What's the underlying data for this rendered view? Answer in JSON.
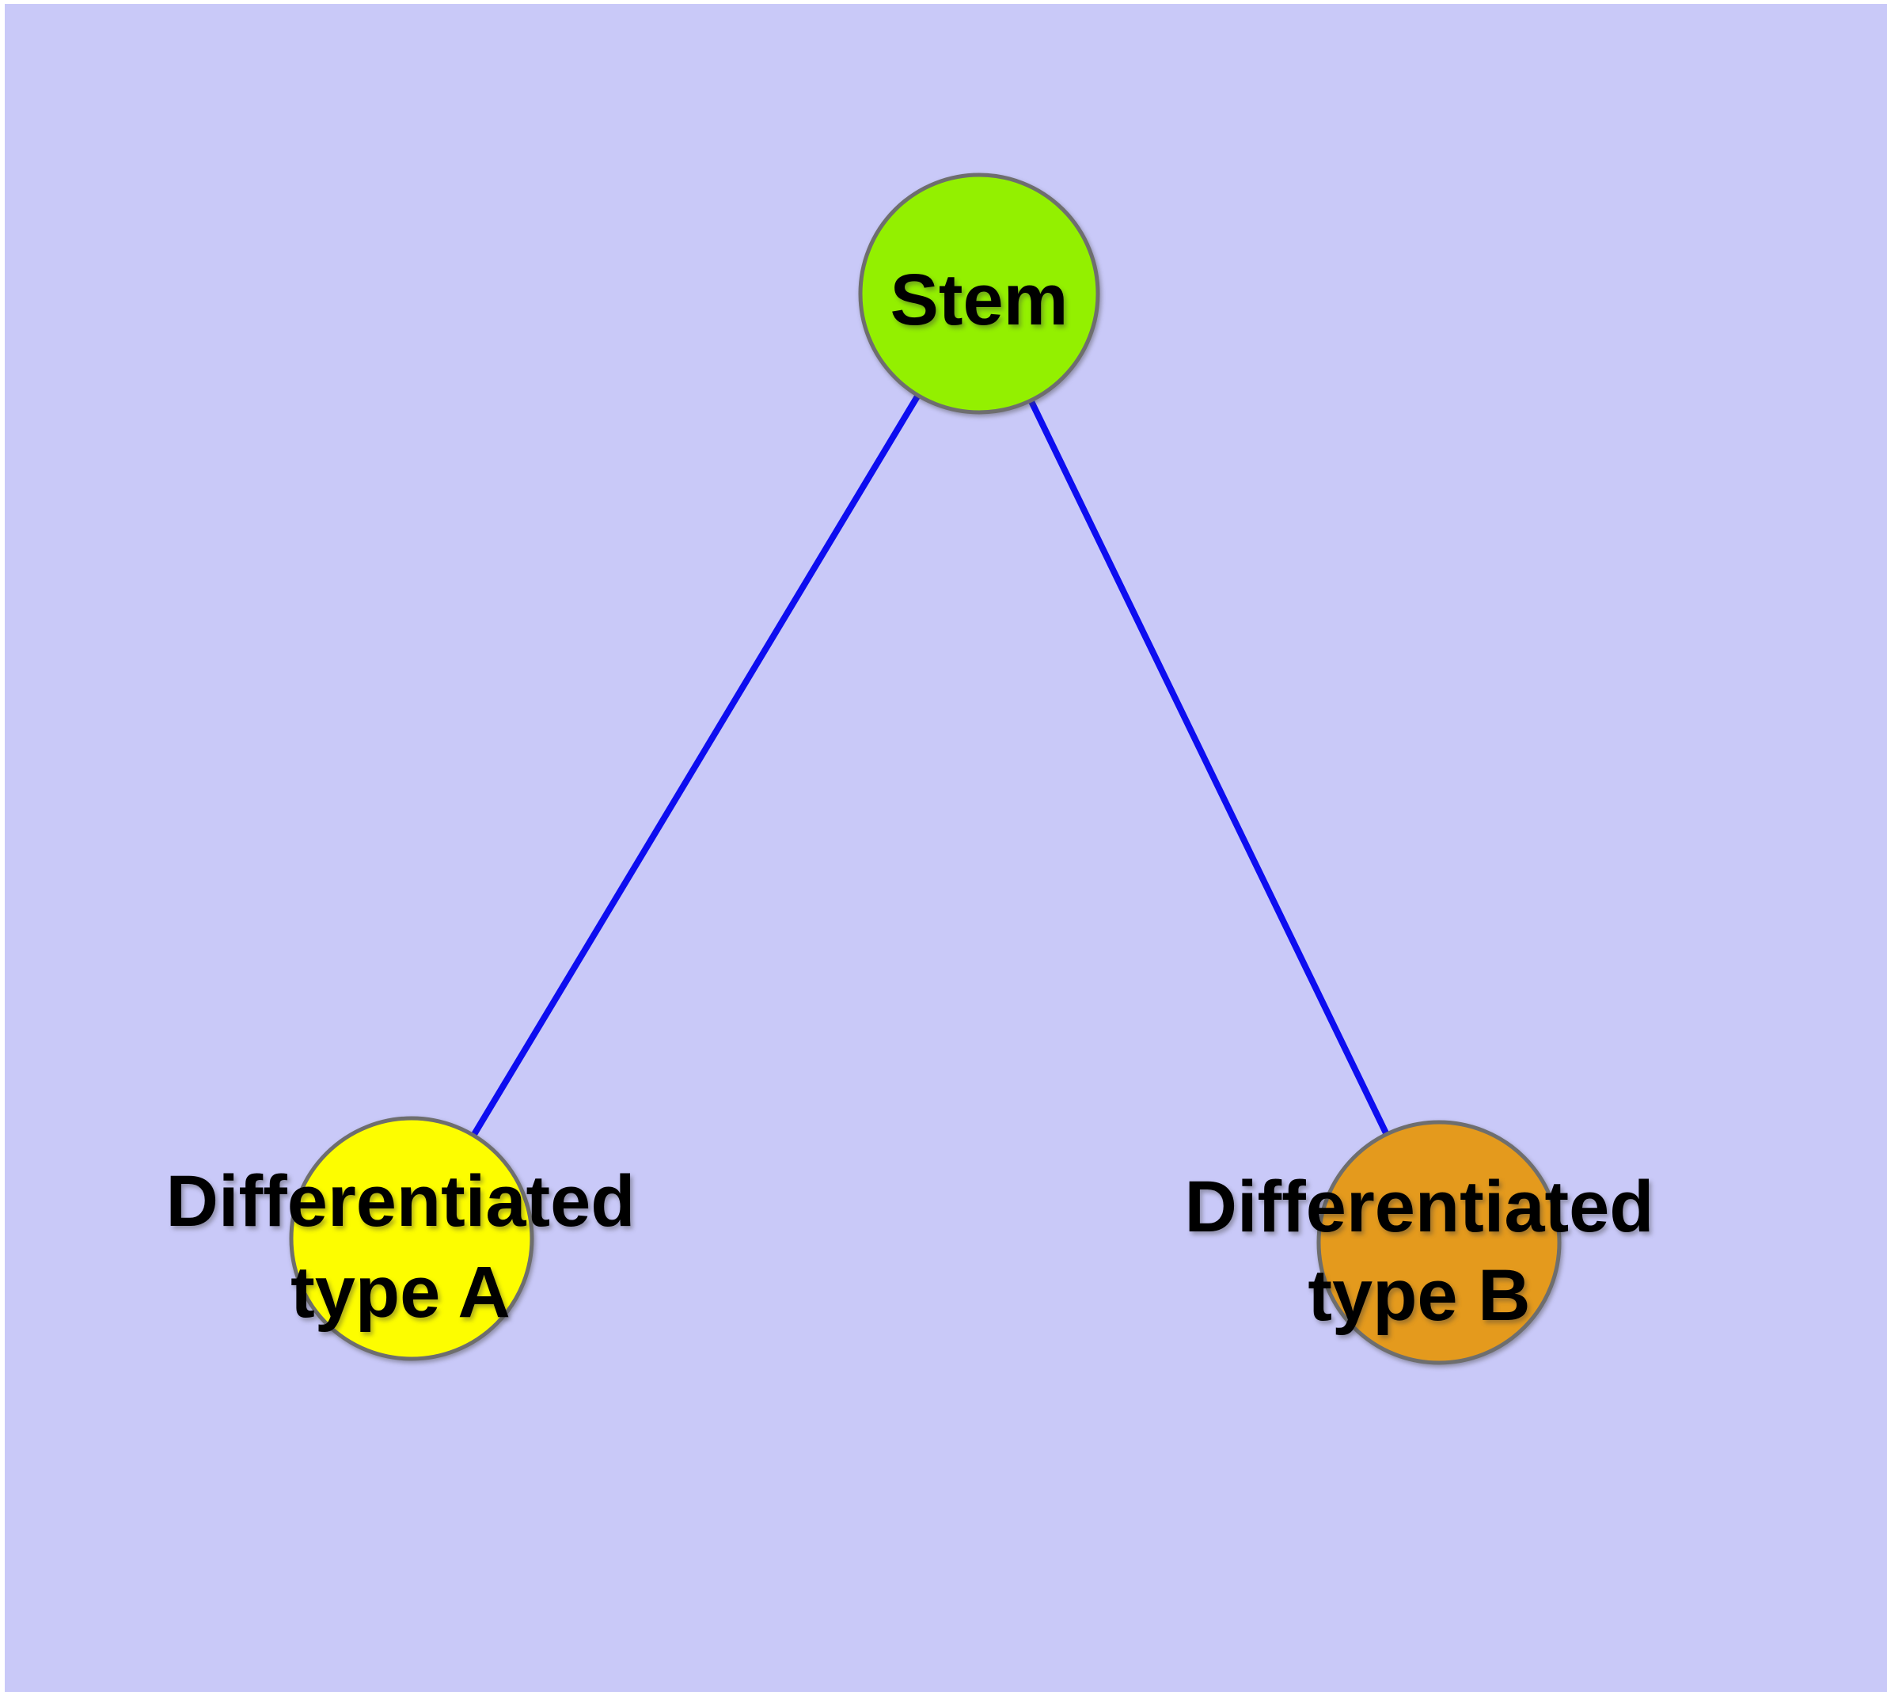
{
  "diagram": {
    "type": "graph",
    "description": "Stem cell differentiation diagram with one stem node and two differentiated cell type nodes",
    "background_color": "#c9c9f8",
    "margin_color": "#ffffff",
    "edge_color": "#0d0df0",
    "node_border_color": "#6e6e6e",
    "text_color": "#000000",
    "nodes": [
      {
        "id": "stem",
        "label": "Stem",
        "fill": "#93f000"
      },
      {
        "id": "differentiated-type-a",
        "label": "Differentiated type A",
        "label_line1": "Differentiated",
        "label_line2": "type A",
        "fill": "#fdfd00"
      },
      {
        "id": "differentiated-type-b",
        "label": "Differentiated type B",
        "label_line1": "Differentiated",
        "label_line2": "type B",
        "fill": "#e49a1d"
      }
    ],
    "edges": [
      {
        "from": "Stem",
        "to": "Differentiated type A"
      },
      {
        "from": "Stem",
        "to": "Differentiated type B"
      }
    ]
  }
}
